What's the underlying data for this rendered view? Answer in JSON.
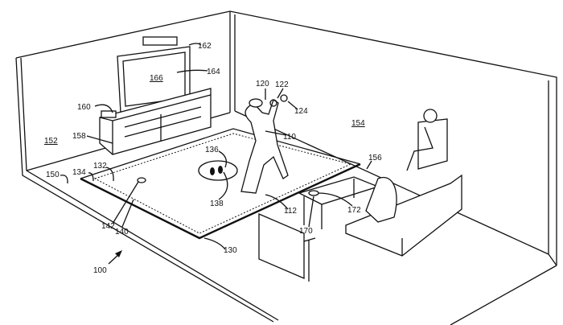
{
  "figure": {
    "labels": {
      "system": "100",
      "user": "110",
      "user_foot": "112",
      "hmd": "120",
      "left_controller": "122",
      "right_controller": "124",
      "mat": "130",
      "mat_edge_inner": "132",
      "mat_edge_outer": "134",
      "foot_marker": "136",
      "footprints": "138",
      "center_marker_outer": "140",
      "center_marker_inner": "142",
      "floor": "150",
      "left_wall": "152",
      "back_wall": "154",
      "couch": "156",
      "tv_stand": "158",
      "console": "160",
      "sensor": "162",
      "tv": "164",
      "screen": "166",
      "table_object": "170",
      "table_marker": "172"
    }
  }
}
